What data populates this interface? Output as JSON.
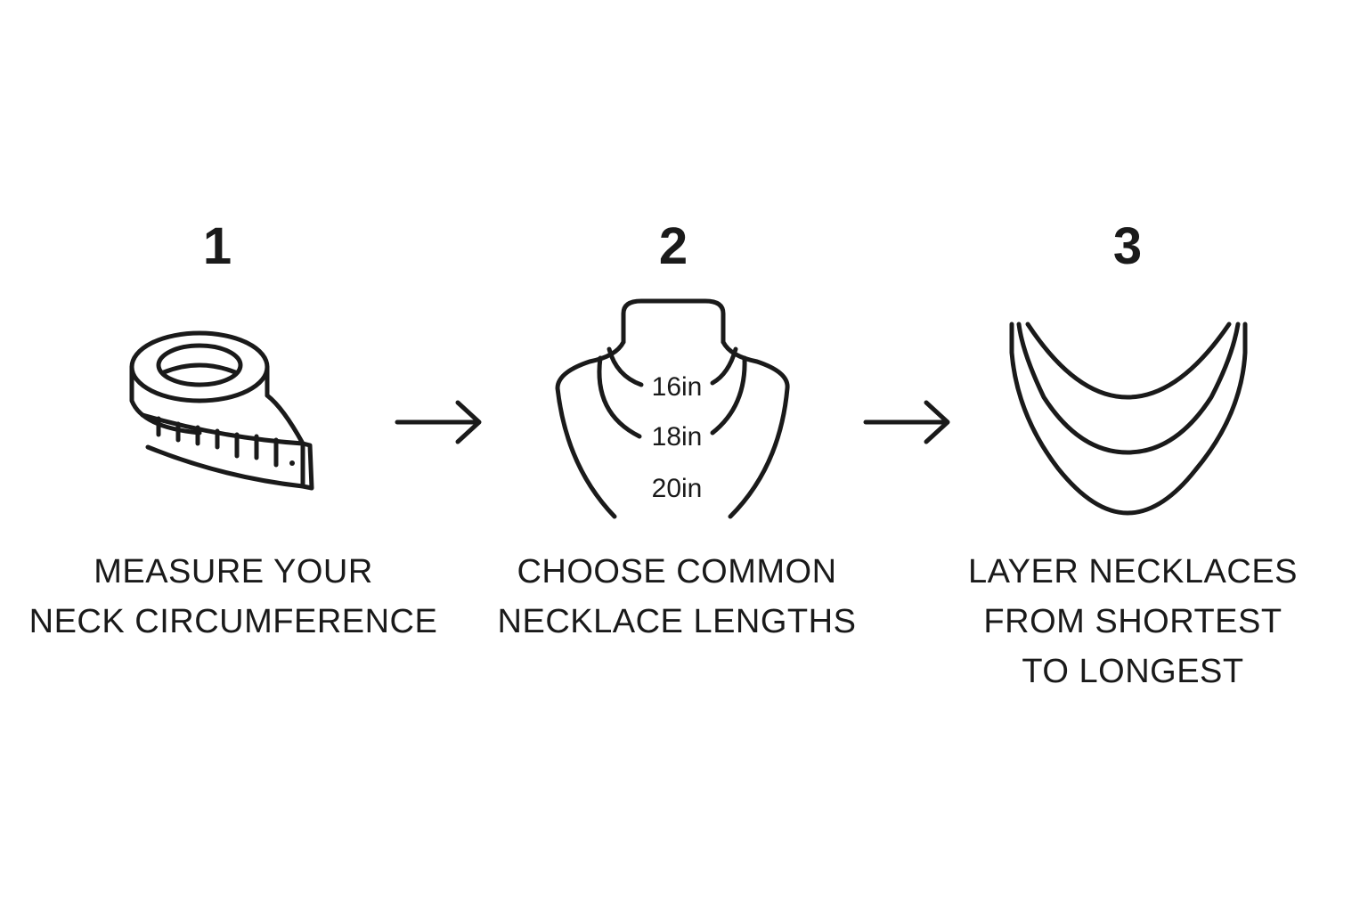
{
  "steps": [
    {
      "number": "1",
      "icon": "measuring-tape-icon",
      "caption_lines": [
        "MEASURE YOUR",
        "NECK CIRCUMFERENCE"
      ]
    },
    {
      "number": "2",
      "icon": "necklace-bust-icon",
      "caption_lines": [
        "CHOOSE COMMON",
        "NECKLACE LENGTHS"
      ],
      "lengths": [
        "16in",
        "18in",
        "20in"
      ]
    },
    {
      "number": "3",
      "icon": "layered-necklaces-icon",
      "caption_lines": [
        "LAYER NECKLACES",
        "FROM SHORTEST",
        "TO LONGEST"
      ]
    }
  ],
  "connectors": [
    "arrow-right-icon",
    "arrow-right-icon"
  ],
  "colors": {
    "background": "#ffffff",
    "ink": "#1a1a1a"
  }
}
